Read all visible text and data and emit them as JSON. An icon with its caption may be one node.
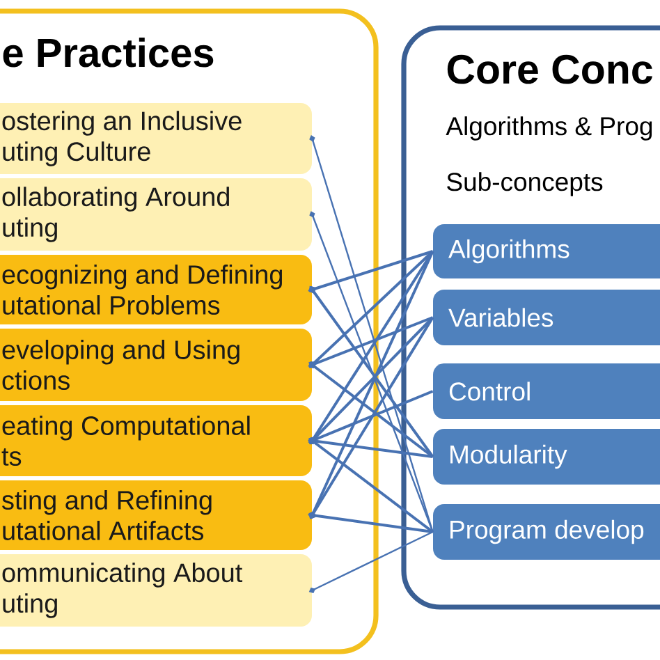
{
  "diagram": {
    "nodes": [
      {
        "text": [
          "e Practices"
        ]
      },
      {
        "text": [
          "ostering an Inclusive uting Culture"
        ],
        "in": 0
      },
      {
        "text": [
          "ollaborating Around uting"
        ],
        "in": 0
      },
      {
        "text": [
          "ecognizing and Defining utational Problems"
        ],
        "in": 0
      },
      {
        "text": [
          "eveloping and Using ctions"
        ],
        "in": 0
      },
      {
        "text": [
          "eating Computational ts"
        ],
        "in": 0
      },
      {
        "text": [
          "sting and Refining utational Artifacts"
        ],
        "in": 0
      },
      {
        "text": [
          "ommunicating About uting"
        ],
        "in": 0
      },
      {
        "text": [
          "Core Conc",
          "Algorithms & Prog",
          "Sub-concepts"
        ]
      },
      {
        "text": [
          "Algorithms"
        ],
        "in": 8
      },
      {
        "text": [
          "Variables"
        ],
        "in": 8
      },
      {
        "text": [
          "Control"
        ],
        "in": 8
      },
      {
        "text": [
          "Modularity"
        ],
        "in": 8
      },
      {
        "text": [
          "Program develop"
        ],
        "in": 8
      }
    ],
    "edges": [
      {
        "from": 1,
        "to": 13,
        "arrow": "other"
      },
      {
        "from": 2,
        "to": 13,
        "arrow": "other"
      },
      {
        "from": 3,
        "to": 9,
        "arrow": "other"
      },
      {
        "from": 3,
        "to": 12,
        "arrow": "other"
      },
      {
        "from": 4,
        "to": 9,
        "arrow": "other"
      },
      {
        "from": 4,
        "to": 10,
        "arrow": "other"
      },
      {
        "from": 4,
        "to": 12,
        "arrow": "other"
      },
      {
        "from": 5,
        "to": 9,
        "arrow": "other"
      },
      {
        "from": 5,
        "to": 10,
        "arrow": "other"
      },
      {
        "from": 5,
        "to": 11,
        "arrow": "other"
      },
      {
        "from": 5,
        "to": 12,
        "arrow": "other"
      },
      {
        "from": 5,
        "to": 13,
        "arrow": "other"
      },
      {
        "from": 6,
        "to": 9,
        "arrow": "other"
      },
      {
        "from": 6,
        "to": 10,
        "arrow": "other"
      },
      {
        "from": 6,
        "to": 13,
        "arrow": "other"
      },
      {
        "from": 7,
        "to": 13,
        "arrow": "other"
      }
    ]
  }
}
